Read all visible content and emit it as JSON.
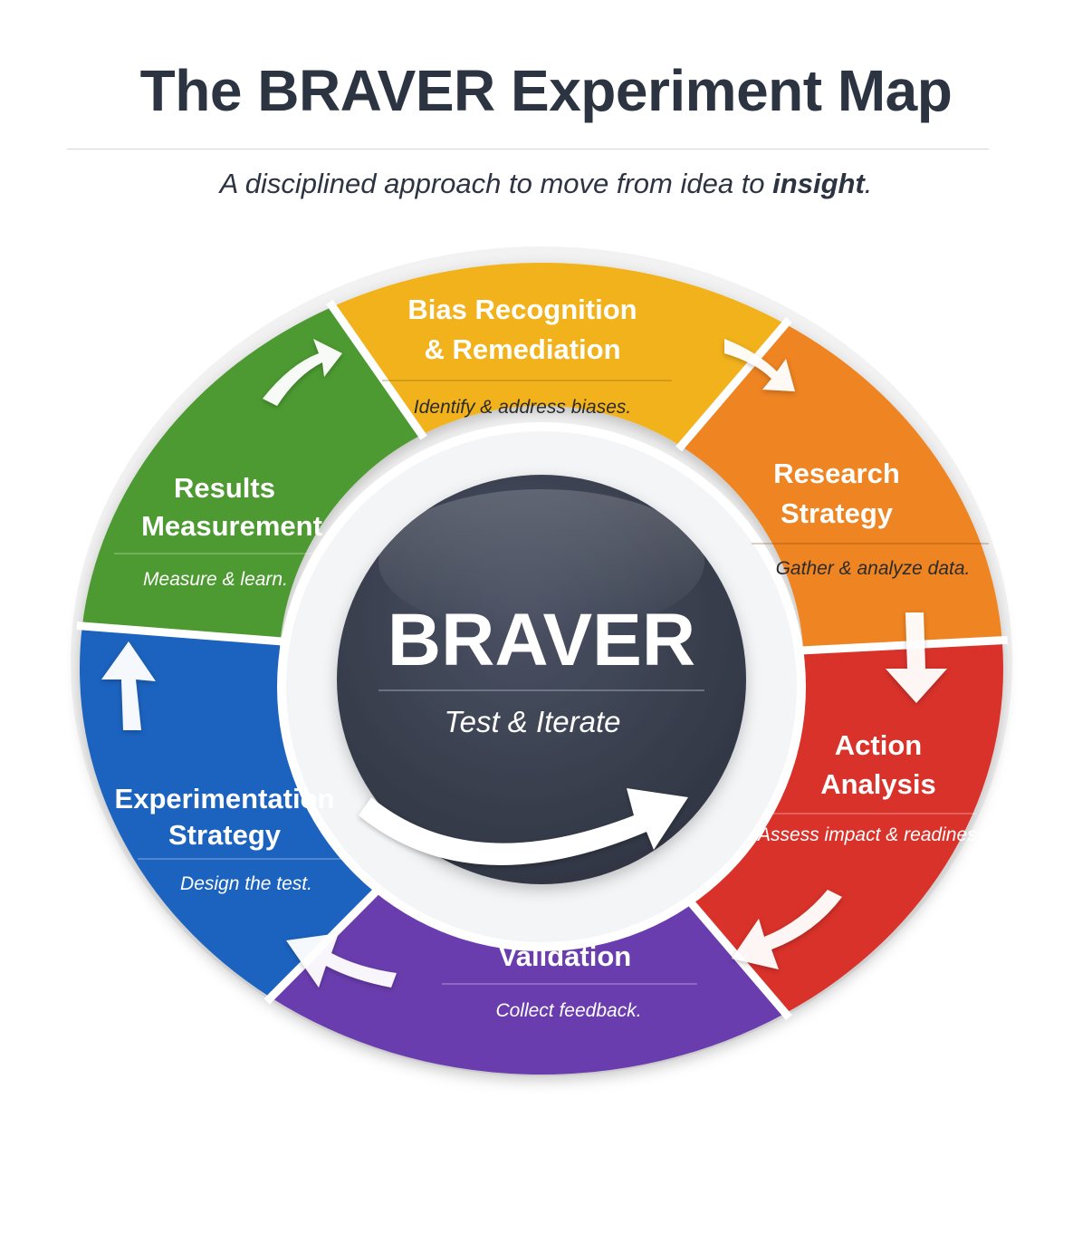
{
  "header": {
    "title": "The BRAVER Experiment Map",
    "subtitle_lead": "A disciplined approach to move from idea to ",
    "subtitle_emphasis": "insight",
    "subtitle_end": "."
  },
  "center": {
    "title": "BRAVER",
    "subtitle": "Test & Iterate",
    "color": "#3b4150"
  },
  "segments": [
    {
      "key": "bias",
      "title_lines": [
        "Bias Recognition",
        "& Remediation"
      ],
      "description": "Identify & address biases.",
      "color": "#f2b21e"
    },
    {
      "key": "research",
      "title_lines": [
        "Research",
        "Strategy"
      ],
      "description": "Gather & analyze data.",
      "color": "#ee8420"
    },
    {
      "key": "action",
      "title_lines": [
        "Action",
        "Analysis"
      ],
      "description": "Assess impact & readiness.",
      "color": "#d9302a"
    },
    {
      "key": "validation",
      "title_lines": [
        "Validation"
      ],
      "description": "Collect feedback.",
      "color": "#6a3cae"
    },
    {
      "key": "experimentation",
      "title_lines": [
        "Experimentation",
        "Strategy"
      ],
      "description": "Design the test.",
      "color": "#1f63bf"
    },
    {
      "key": "results",
      "title_lines": [
        "Results",
        "Measurement"
      ],
      "description": "Measure & learn.",
      "color": "#4e9a32"
    }
  ]
}
